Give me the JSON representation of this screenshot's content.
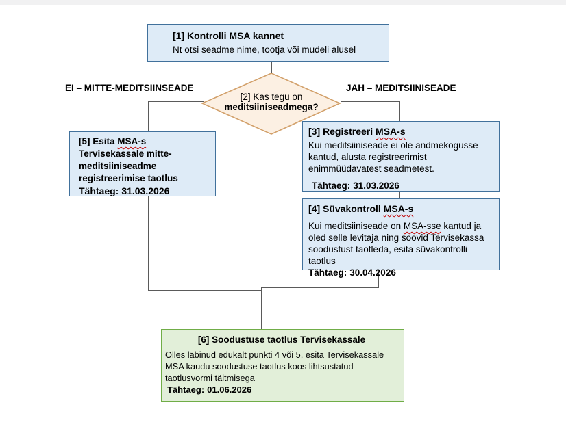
{
  "colors": {
    "box_blue_fill": "#deebf7",
    "box_blue_border": "#41719c",
    "box_green_fill": "#e2efd9",
    "box_green_border": "#70ad47",
    "diamond_fill": "#fcf0e3",
    "diamond_border": "#d2a06a",
    "connector": "#5a5a5a",
    "spellcheck_underline": "#c00000"
  },
  "flowchart": {
    "step1": {
      "title": "[1] Kontrolli MSA kannet",
      "body": "Nt otsi seadme nime, tootja või mudeli alusel"
    },
    "decision": {
      "line1": "[2] Kas tegu on",
      "line2": "meditsiiniseadmega?"
    },
    "branch_no_label": "EI – MITTE-MEDITSIINSEADE",
    "branch_yes_label": "JAH – MEDITSIINISEADE",
    "step5": {
      "title_segments": [
        {
          "text": "[5] Esita "
        },
        {
          "text": "MSA-s",
          "wavy": true
        },
        {
          "text": "\nTervisekassale mitte-\nmeditsiiniseadme\nregistreerimise taotlus"
        }
      ],
      "deadline_label": "Tähtaeg:",
      "deadline_date": "31.03.2026"
    },
    "step3": {
      "title_segments": [
        {
          "text": "[3] Registreeri "
        },
        {
          "text": "MSA-s",
          "wavy": true
        }
      ],
      "body": "Kui meditsiiniseade ei ole andmekogusse\nkantud, alusta registreerimist\nenimmüüdavatest seadmetest.",
      "deadline_label": "Tähtaeg:",
      "deadline_date": "31.03.2026"
    },
    "step4": {
      "title_segments": [
        {
          "text": "[4] Süvakontroll "
        },
        {
          "text": "MSA-s",
          "wavy": true
        }
      ],
      "body_segments": [
        {
          "text": "Kui meditsiiniseade on "
        },
        {
          "text": "MSA-sse",
          "wavy": true
        },
        {
          "text": " kantud ja\noled selle levitaja ning soovid Tervisekassa\nsoodustust taotleda, esita süvakontrolli\ntaotlus"
        }
      ],
      "deadline_label": "Tähtaeg:",
      "deadline_date": "30.04.2026"
    },
    "step6": {
      "title": "[6] Soodustuse taotlus Tervisekassale",
      "body": "Olles läbinud edukalt punkti 4 või 5, esita Tervisekassale\nMSA kaudu soodustuse taotlus koos lihtsustatud\ntaotlusvormi täitmisega",
      "deadline_label": "Tähtaeg:",
      "deadline_date": "01.06.2026"
    }
  }
}
